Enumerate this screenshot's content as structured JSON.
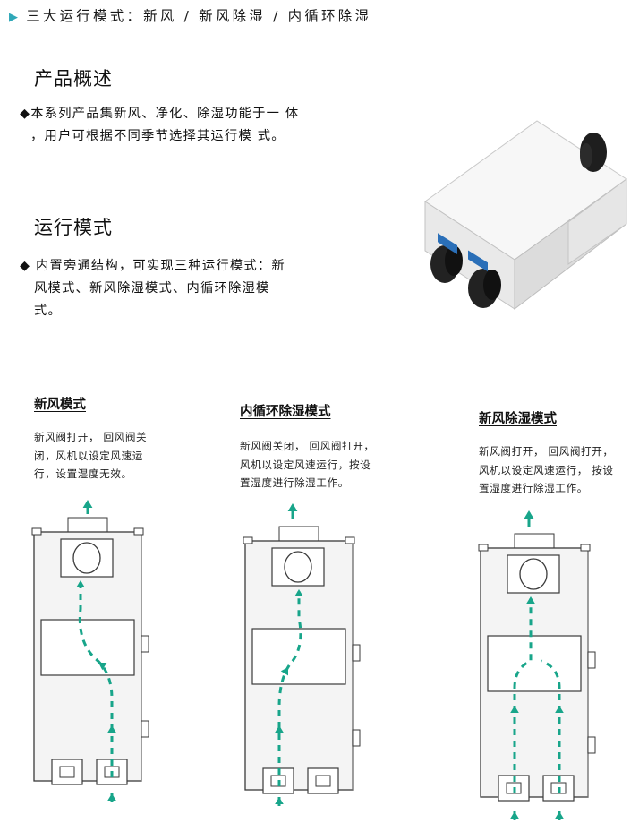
{
  "header": {
    "marker": "▶",
    "title": "三大运行模式：新风 / 新风除湿 / 内循环除湿"
  },
  "overview": {
    "title": "产品概述",
    "bullet": "◆",
    "lines": [
      "本系列产品集新风、净化、除湿功能于一 体",
      "，用户可根据不同季节选择其运行模 式。"
    ]
  },
  "modes_intro": {
    "title": "运行模式",
    "bullet": "◆",
    "lines": [
      " 内置旁通结构，可实现三种运行模式：新",
      "风模式、新风除湿模式、内循环除湿模",
      "式。"
    ]
  },
  "modes": [
    {
      "title": "新风模式",
      "desc": [
        "新风阀打开， 回风阀关",
        "闭，风机以设定风速运",
        "行，设置湿度无效。"
      ]
    },
    {
      "title": "内循环除湿模式",
      "desc": [
        "新风阀关闭， 回风阀打开，",
        "风机以设定风速运行，按设",
        "置湿度进行除湿工作。"
      ]
    },
    {
      "title": "新风除湿模式",
      "desc": [
        "新风阀打开， 回风阀打开，",
        "风机以设定风速运行， 按设",
        "置湿度进行除湿工作。"
      ]
    }
  ],
  "colors": {
    "accent": "#2fa8b8",
    "arrow": "#18a58a",
    "line": "#3a3a3a",
    "unit_face": "#f4f4f4"
  }
}
